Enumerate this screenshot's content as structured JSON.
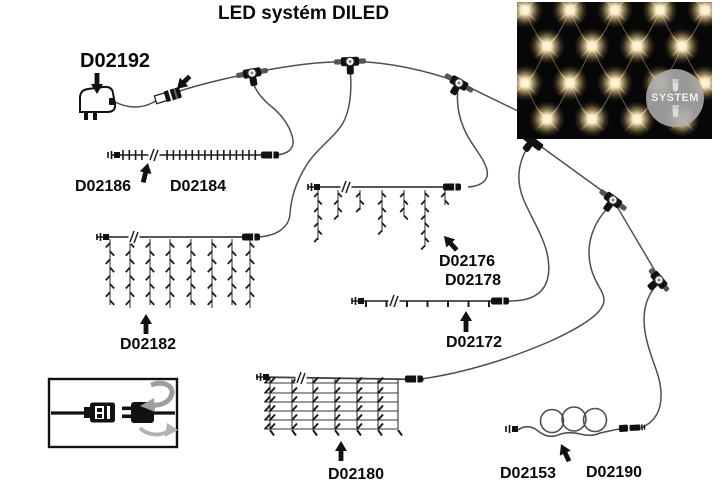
{
  "title": "LED systém DILED",
  "products": {
    "adapter": "D02192",
    "chain_endcap": "D02186",
    "chain": "D02184",
    "curtain": "D02182",
    "icicle": "D02176",
    "icicle2": "D02178",
    "string": "D02172",
    "net": "D02180",
    "ext_endcap": "D02153",
    "extension": "D02190"
  },
  "photo": {
    "watermark": "SYSTEM",
    "background": "#070707",
    "led_color": "#ffeec4"
  },
  "colors": {
    "wire": "#4f4f4f",
    "light": "#1c1c1c",
    "label": "#0a0a0a",
    "watermark_bg": "#a8a8a8"
  }
}
